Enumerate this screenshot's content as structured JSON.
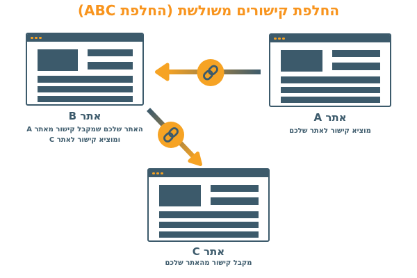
{
  "title": {
    "text": "החלפת קישורים משולשת (החלפת ABC)"
  },
  "colors": {
    "accent_orange": "#F6A324",
    "title_orange": "#F8941D",
    "slate_blue": "#3C5A6B",
    "background": "#FFFFFF"
  },
  "sites": {
    "b": {
      "label": "אתר B",
      "caption_line1": "האתר שלכם שמקבל קישור מאתר A",
      "caption_line2": "ומוציא קישור לאתר C"
    },
    "a": {
      "label": "אתר A",
      "caption": "מוציא קישור לאתר שלכם"
    },
    "c": {
      "label": "אתר C",
      "caption": "מקבל קישור מהאתר שלכם"
    }
  },
  "arrows": [
    {
      "name": "arrow-a-to-b",
      "from": "אתר A",
      "to": "אתר B",
      "direction": "left",
      "icon": "chain-link-icon"
    },
    {
      "name": "arrow-b-to-c",
      "from": "אתר B",
      "to": "אתר C",
      "direction": "down-right",
      "icon": "chain-link-icon"
    }
  ],
  "icons": {
    "chain_link": "chain-link-icon",
    "window_dots": "window-control-dots"
  }
}
